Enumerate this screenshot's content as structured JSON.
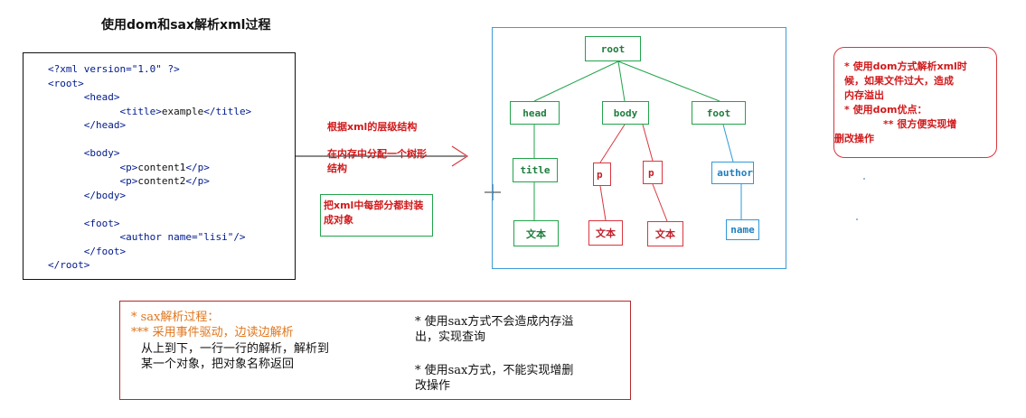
{
  "heading": "使用dom和sax解析xml过程",
  "code_lines": [
    {
      "indent": 0,
      "parts": [
        {
          "t": "tg",
          "v": "<?xml version=\"1.0\" ?>"
        }
      ]
    },
    {
      "indent": 0,
      "parts": [
        {
          "t": "tg",
          "v": "<root>"
        }
      ]
    },
    {
      "indent": 1,
      "parts": [
        {
          "t": "tg",
          "v": "<head>"
        }
      ]
    },
    {
      "indent": 2,
      "parts": [
        {
          "t": "tg",
          "v": "<title>"
        },
        {
          "t": "tt",
          "v": "example"
        },
        {
          "t": "tg",
          "v": "</title>"
        }
      ]
    },
    {
      "indent": 1,
      "parts": [
        {
          "t": "tg",
          "v": "</head>"
        }
      ]
    },
    {
      "indent": 0,
      "parts": []
    },
    {
      "indent": 1,
      "parts": [
        {
          "t": "tg",
          "v": "<body>"
        }
      ]
    },
    {
      "indent": 2,
      "parts": [
        {
          "t": "tg",
          "v": "<p>"
        },
        {
          "t": "tt",
          "v": "content1"
        },
        {
          "t": "tg",
          "v": "</p>"
        }
      ]
    },
    {
      "indent": 2,
      "parts": [
        {
          "t": "tg",
          "v": "<p>"
        },
        {
          "t": "tt",
          "v": "content2"
        },
        {
          "t": "tg",
          "v": "</p>"
        }
      ]
    },
    {
      "indent": 1,
      "parts": [
        {
          "t": "tg",
          "v": "</body>"
        }
      ]
    },
    {
      "indent": 0,
      "parts": []
    },
    {
      "indent": 1,
      "parts": [
        {
          "t": "tg",
          "v": "<foot>"
        }
      ]
    },
    {
      "indent": 2,
      "parts": [
        {
          "t": "tg",
          "v": "<author name=\"lisi\"/>"
        }
      ]
    },
    {
      "indent": 1,
      "parts": [
        {
          "t": "tg",
          "v": "</foot>"
        }
      ]
    },
    {
      "indent": 0,
      "parts": [
        {
          "t": "tg",
          "v": "</root>"
        }
      ]
    }
  ],
  "dom_notes": {
    "line1": "根据xml的层级结构",
    "line2": "在内存中分配一个树形",
    "line3": "结构",
    "box_line1": "把xml中每部分都封装",
    "box_line2": "成对象"
  },
  "tree": {
    "root": "root",
    "head": "head",
    "body": "body",
    "foot": "foot",
    "title": "title",
    "p1": "p",
    "p2": "p",
    "author": "author",
    "text1": "文本",
    "text2": "文本",
    "text3": "文本",
    "name": "name"
  },
  "dom_summary": {
    "line1": "* 使用dom方式解析xml时",
    "line2": "候，如果文件过大，造成",
    "line3": "内存溢出",
    "line4": "* 使用dom优点：",
    "line5": "** 很方便实现增",
    "line6": "删改操作"
  },
  "sax": {
    "l1": "* sax解析过程：",
    "l2": "*** 采用事件驱动，边读边解析",
    "l3": "从上到下，一行一行的解析，解析到",
    "l4": "某一个对象，把对象名称返回",
    "r1": "* 使用sax方式不会造成内存溢",
    "r2": "出，实现查询",
    "r3": "* 使用sax方式，不能实现增删",
    "r4": "改操作"
  },
  "colors": {
    "green": "#22a34b",
    "red": "#d9363e",
    "blue": "#2d9ad8",
    "orange": "#e0761c"
  }
}
